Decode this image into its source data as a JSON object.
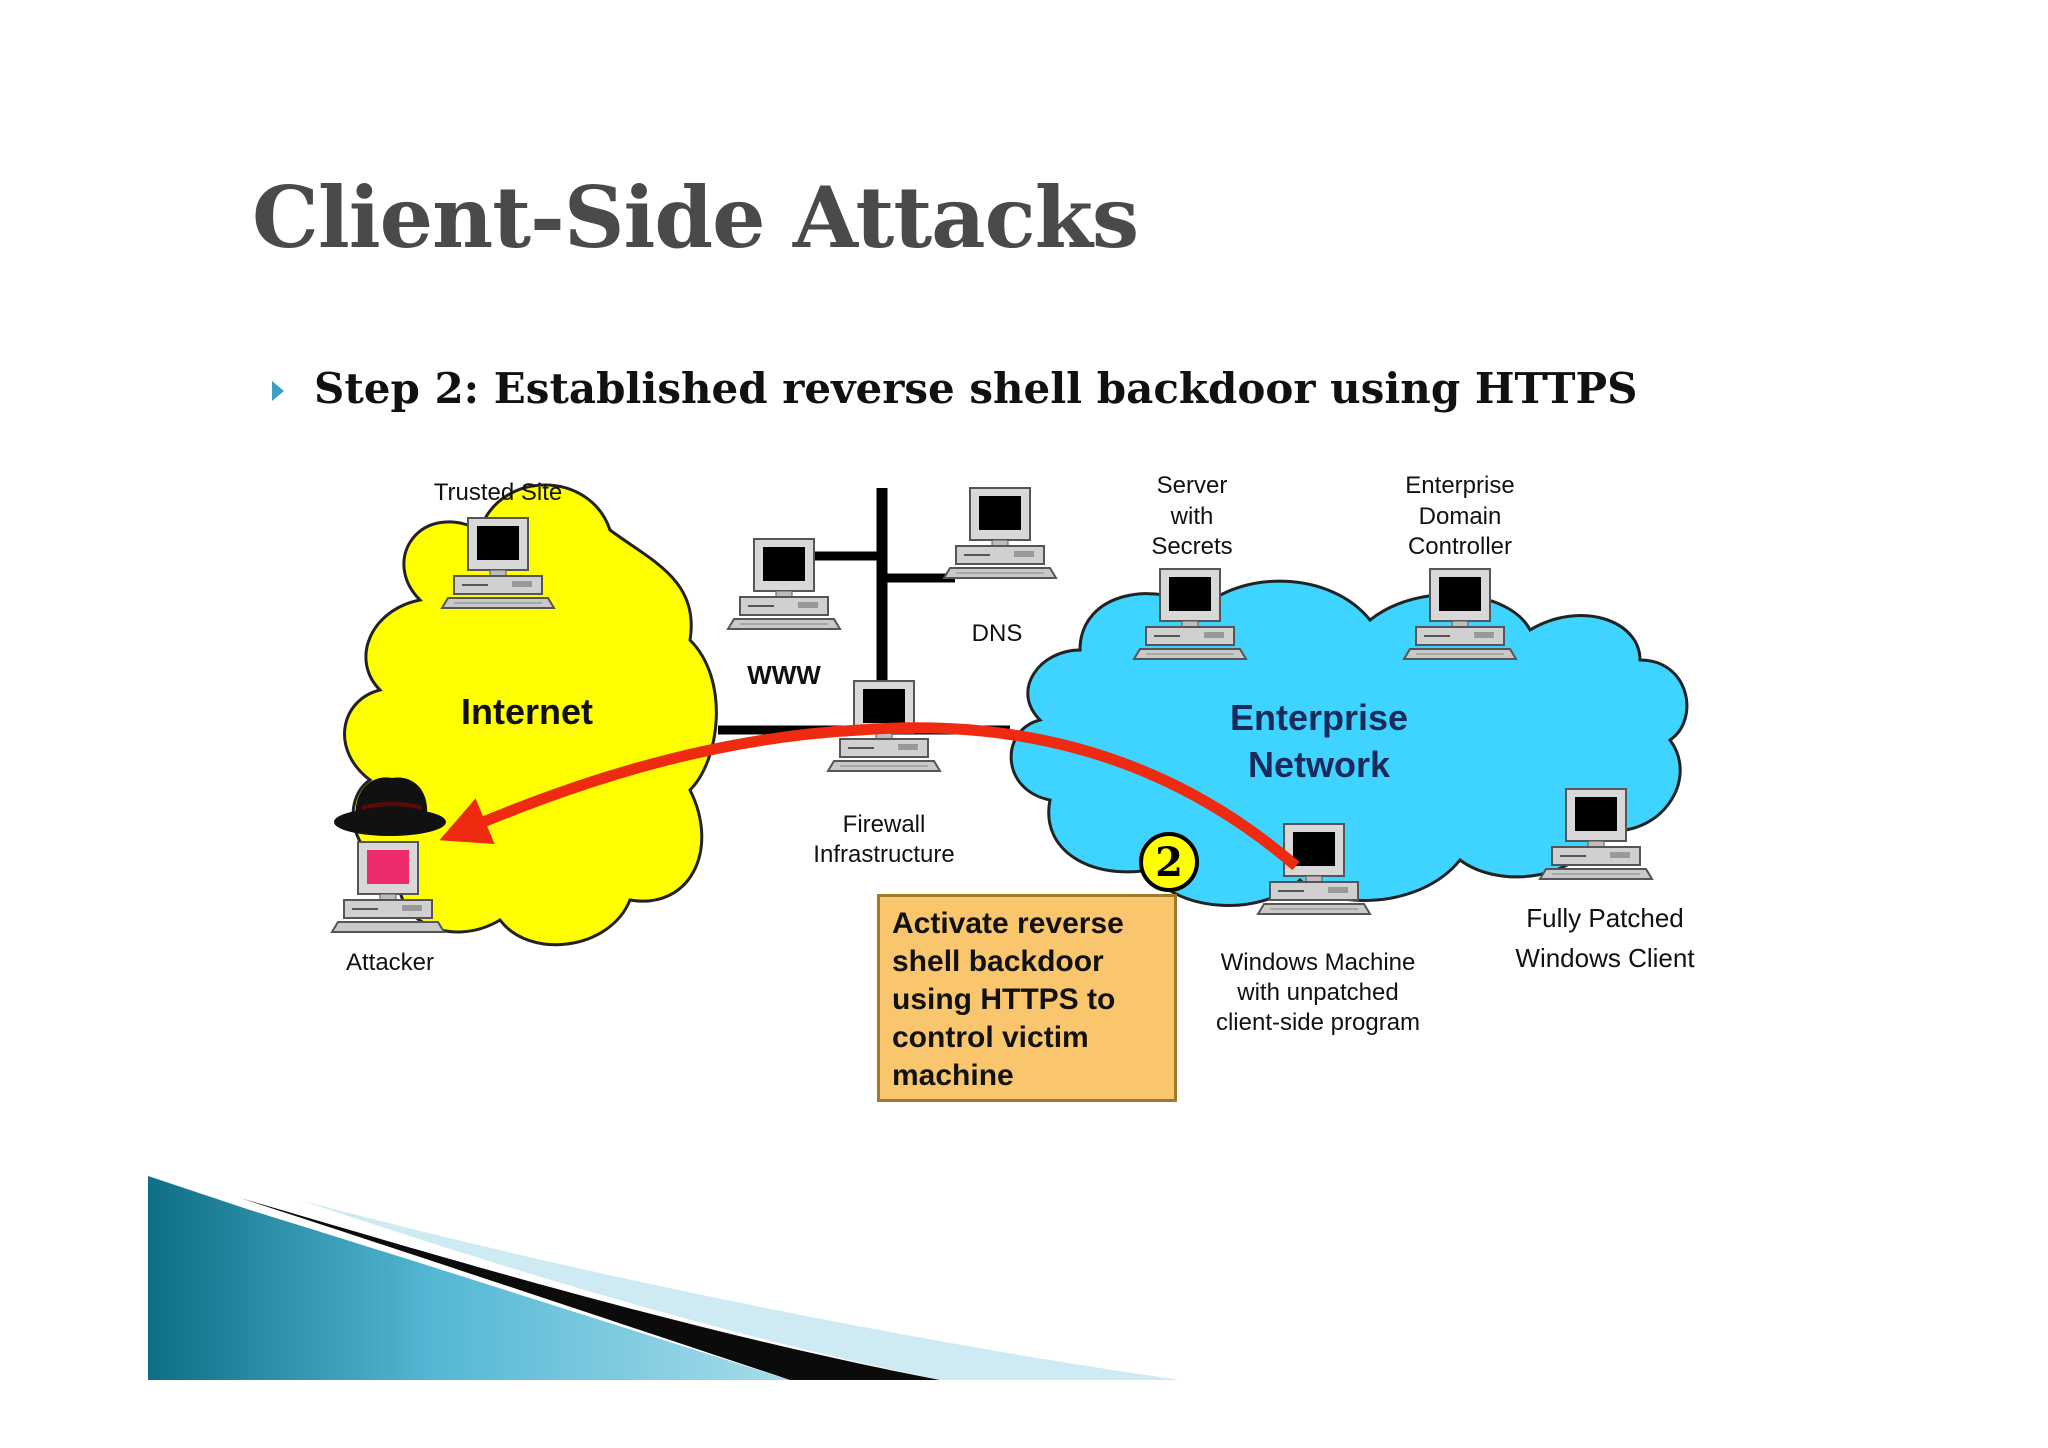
{
  "slide": {
    "title": "Client-Side Attacks",
    "bullet": "Step 2: Established reverse shell backdoor using HTTPS"
  },
  "diagram": {
    "clouds": {
      "internet": "Internet",
      "enterprise_line1": "Enterprise",
      "enterprise_line2": "Network"
    },
    "nodes": {
      "trusted_site": "Trusted Site",
      "www": "WWW",
      "dns": "DNS",
      "firewall_line1": "Firewall",
      "firewall_line2": "Infrastructure",
      "server_line1": "Server",
      "server_line2": "with",
      "server_line3": "Secrets",
      "dc_line1": "Enterprise",
      "dc_line2": "Domain",
      "dc_line3": "Controller",
      "attacker": "Attacker",
      "victim_line1": "Windows Machine",
      "victim_line2": "with unpatched",
      "victim_line3": "client-side program",
      "patched_line1": "Fully Patched",
      "patched_line2": "Windows Client"
    },
    "step_number": "2",
    "callout": "Activate reverse\nshell backdoor\nusing HTTPS to\ncontrol victim\nmachine",
    "colors": {
      "internet_cloud": "#ffff00",
      "enterprise_cloud": "#3fd4ff",
      "arrow": "#ee2a10",
      "callout_fill": "#f9c66e",
      "step_badge": "#ffff00"
    }
  }
}
